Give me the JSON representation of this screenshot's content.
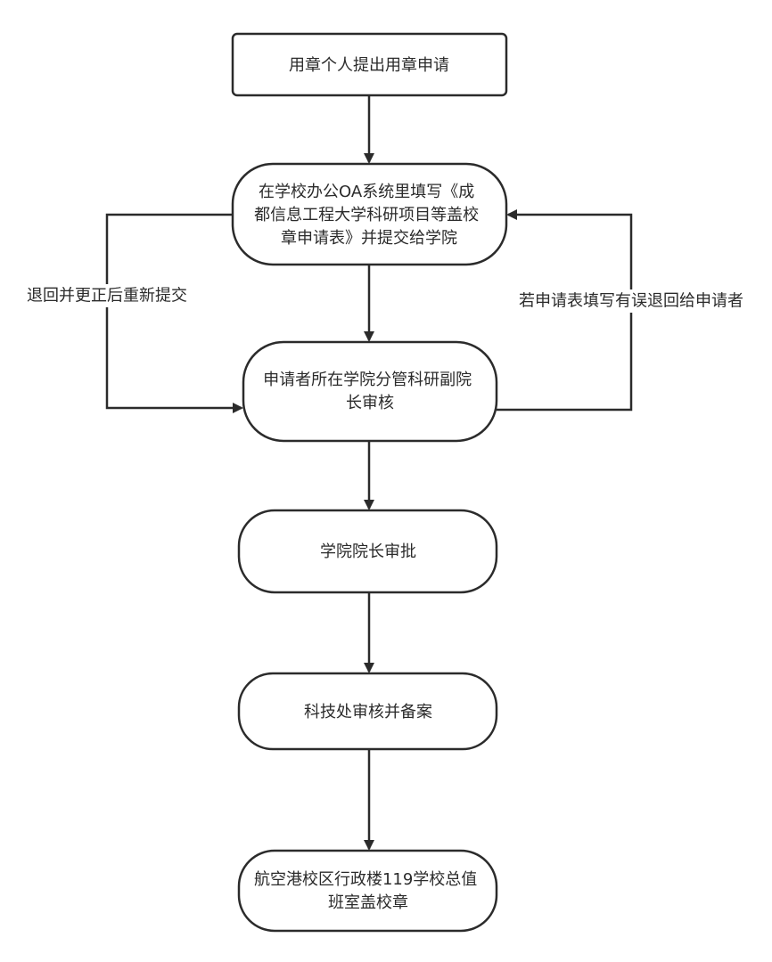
{
  "diagram": {
    "nodes": {
      "apply": {
        "lines": [
          "用章个人提出用章申请"
        ]
      },
      "oa_form": {
        "lines": [
          "在学校办公OA系统里填写《成",
          "都信息工程大学科研项目等盖校",
          "章申请表》并提交给学院"
        ]
      },
      "vice_dean_review": {
        "lines": [
          "申请者所在学院分管科研副院",
          "长审核"
        ]
      },
      "dean_approve": {
        "lines": [
          "学院院长审批"
        ]
      },
      "sci_tech_office": {
        "lines": [
          "科技处审核并备案"
        ]
      },
      "stamp": {
        "lines": [
          "航空港校区行政楼119学校总值",
          "班室盖校章"
        ]
      }
    },
    "edge_labels": {
      "resubmit": "退回并更正后重新提交",
      "return_on_error": "若申请表填写有误退回给申请者"
    },
    "colors": {
      "stroke": "#2b2b2b",
      "fill": "#ffffff",
      "text": "#2b2b2b"
    }
  }
}
